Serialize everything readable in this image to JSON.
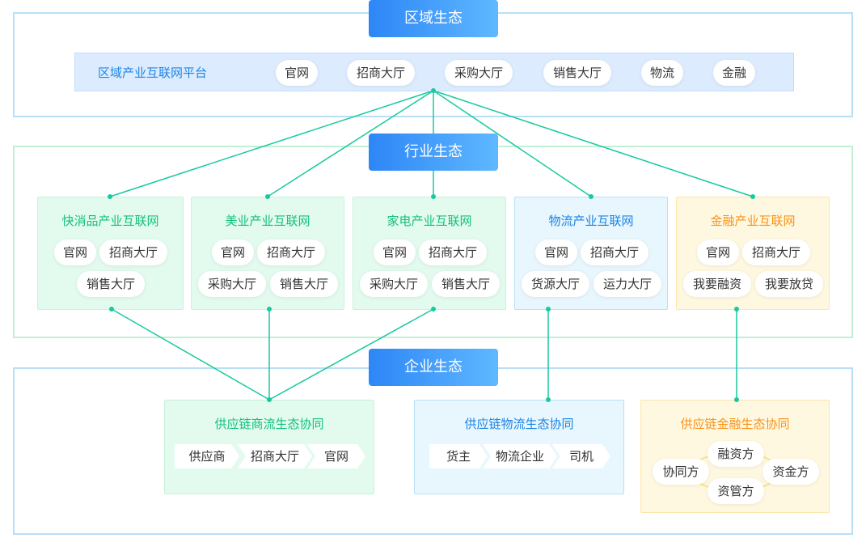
{
  "region": {
    "title": "区域生态",
    "platform_name": "区域产业互联网平台",
    "platform_tags": [
      "官网",
      "招商大厅",
      "采购大厅",
      "销售大厅",
      "物流",
      "金融"
    ]
  },
  "industry": {
    "title": "行业生态",
    "cards": [
      {
        "title": "快消品产业互联网",
        "tags": [
          "官网",
          "招商大厅",
          "销售大厅"
        ]
      },
      {
        "title": "美业产业互联网",
        "tags": [
          "官网",
          "招商大厅",
          "采购大厅",
          "销售大厅"
        ]
      },
      {
        "title": "家电产业互联网",
        "tags": [
          "官网",
          "招商大厅",
          "采购大厅",
          "销售大厅"
        ]
      },
      {
        "title": "物流产业互联网",
        "tags": [
          "官网",
          "招商大厅",
          "货源大厅",
          "运力大厅"
        ]
      },
      {
        "title": "金融产业互联网",
        "tags": [
          "官网",
          "招商大厅",
          "我要融资",
          "我要放贷"
        ]
      }
    ]
  },
  "enterprise": {
    "title": "企业生态",
    "cards": [
      {
        "title": "供应链商流生态协同",
        "steps": [
          "供应商",
          "招商大厅",
          "官网"
        ]
      },
      {
        "title": "供应链物流生态协同",
        "steps": [
          "货主",
          "物流企业",
          "司机"
        ]
      },
      {
        "title": "供应链金融生态协同",
        "nodes": [
          "融资方",
          "协同方",
          "资金方",
          "资管方"
        ]
      }
    ]
  },
  "colors": {
    "line": "#19c9a0",
    "title_gradient_start": "#2d86f6",
    "title_gradient_end": "#5fb8ff",
    "green": "#14c07a",
    "blue": "#1c84e6",
    "orange": "#f7931a"
  }
}
